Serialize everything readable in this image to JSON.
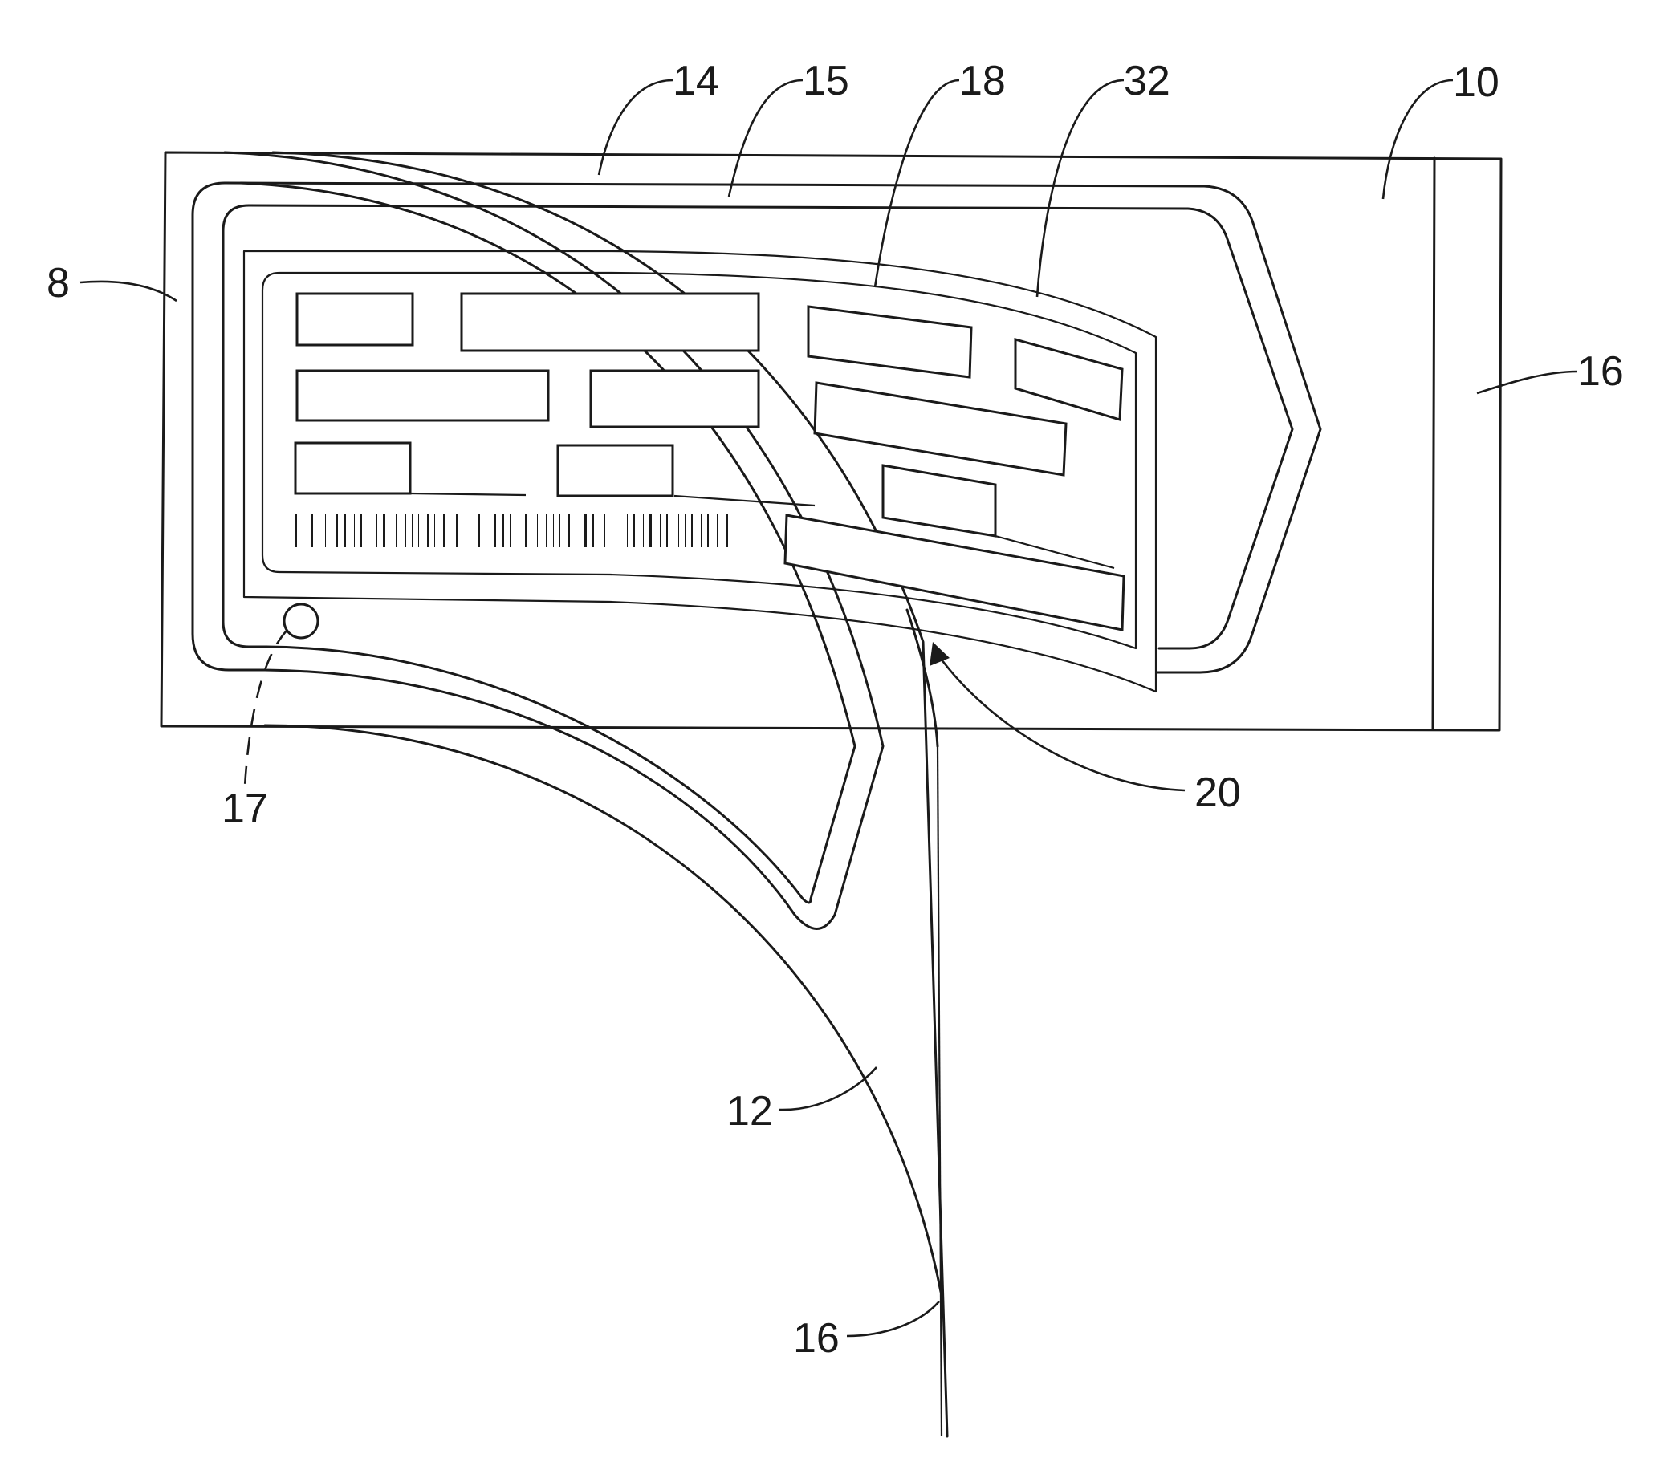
{
  "figure": {
    "labels": {
      "l8": "8",
      "l10": "10",
      "l12": "12",
      "l14": "14",
      "l15": "15",
      "l16_right": "16",
      "l16_bottom": "16",
      "l17": "17",
      "l18": "18",
      "l20": "20",
      "l32": "32"
    },
    "colors": {
      "line": "#1a1a1a",
      "background": "#ffffff"
    }
  }
}
